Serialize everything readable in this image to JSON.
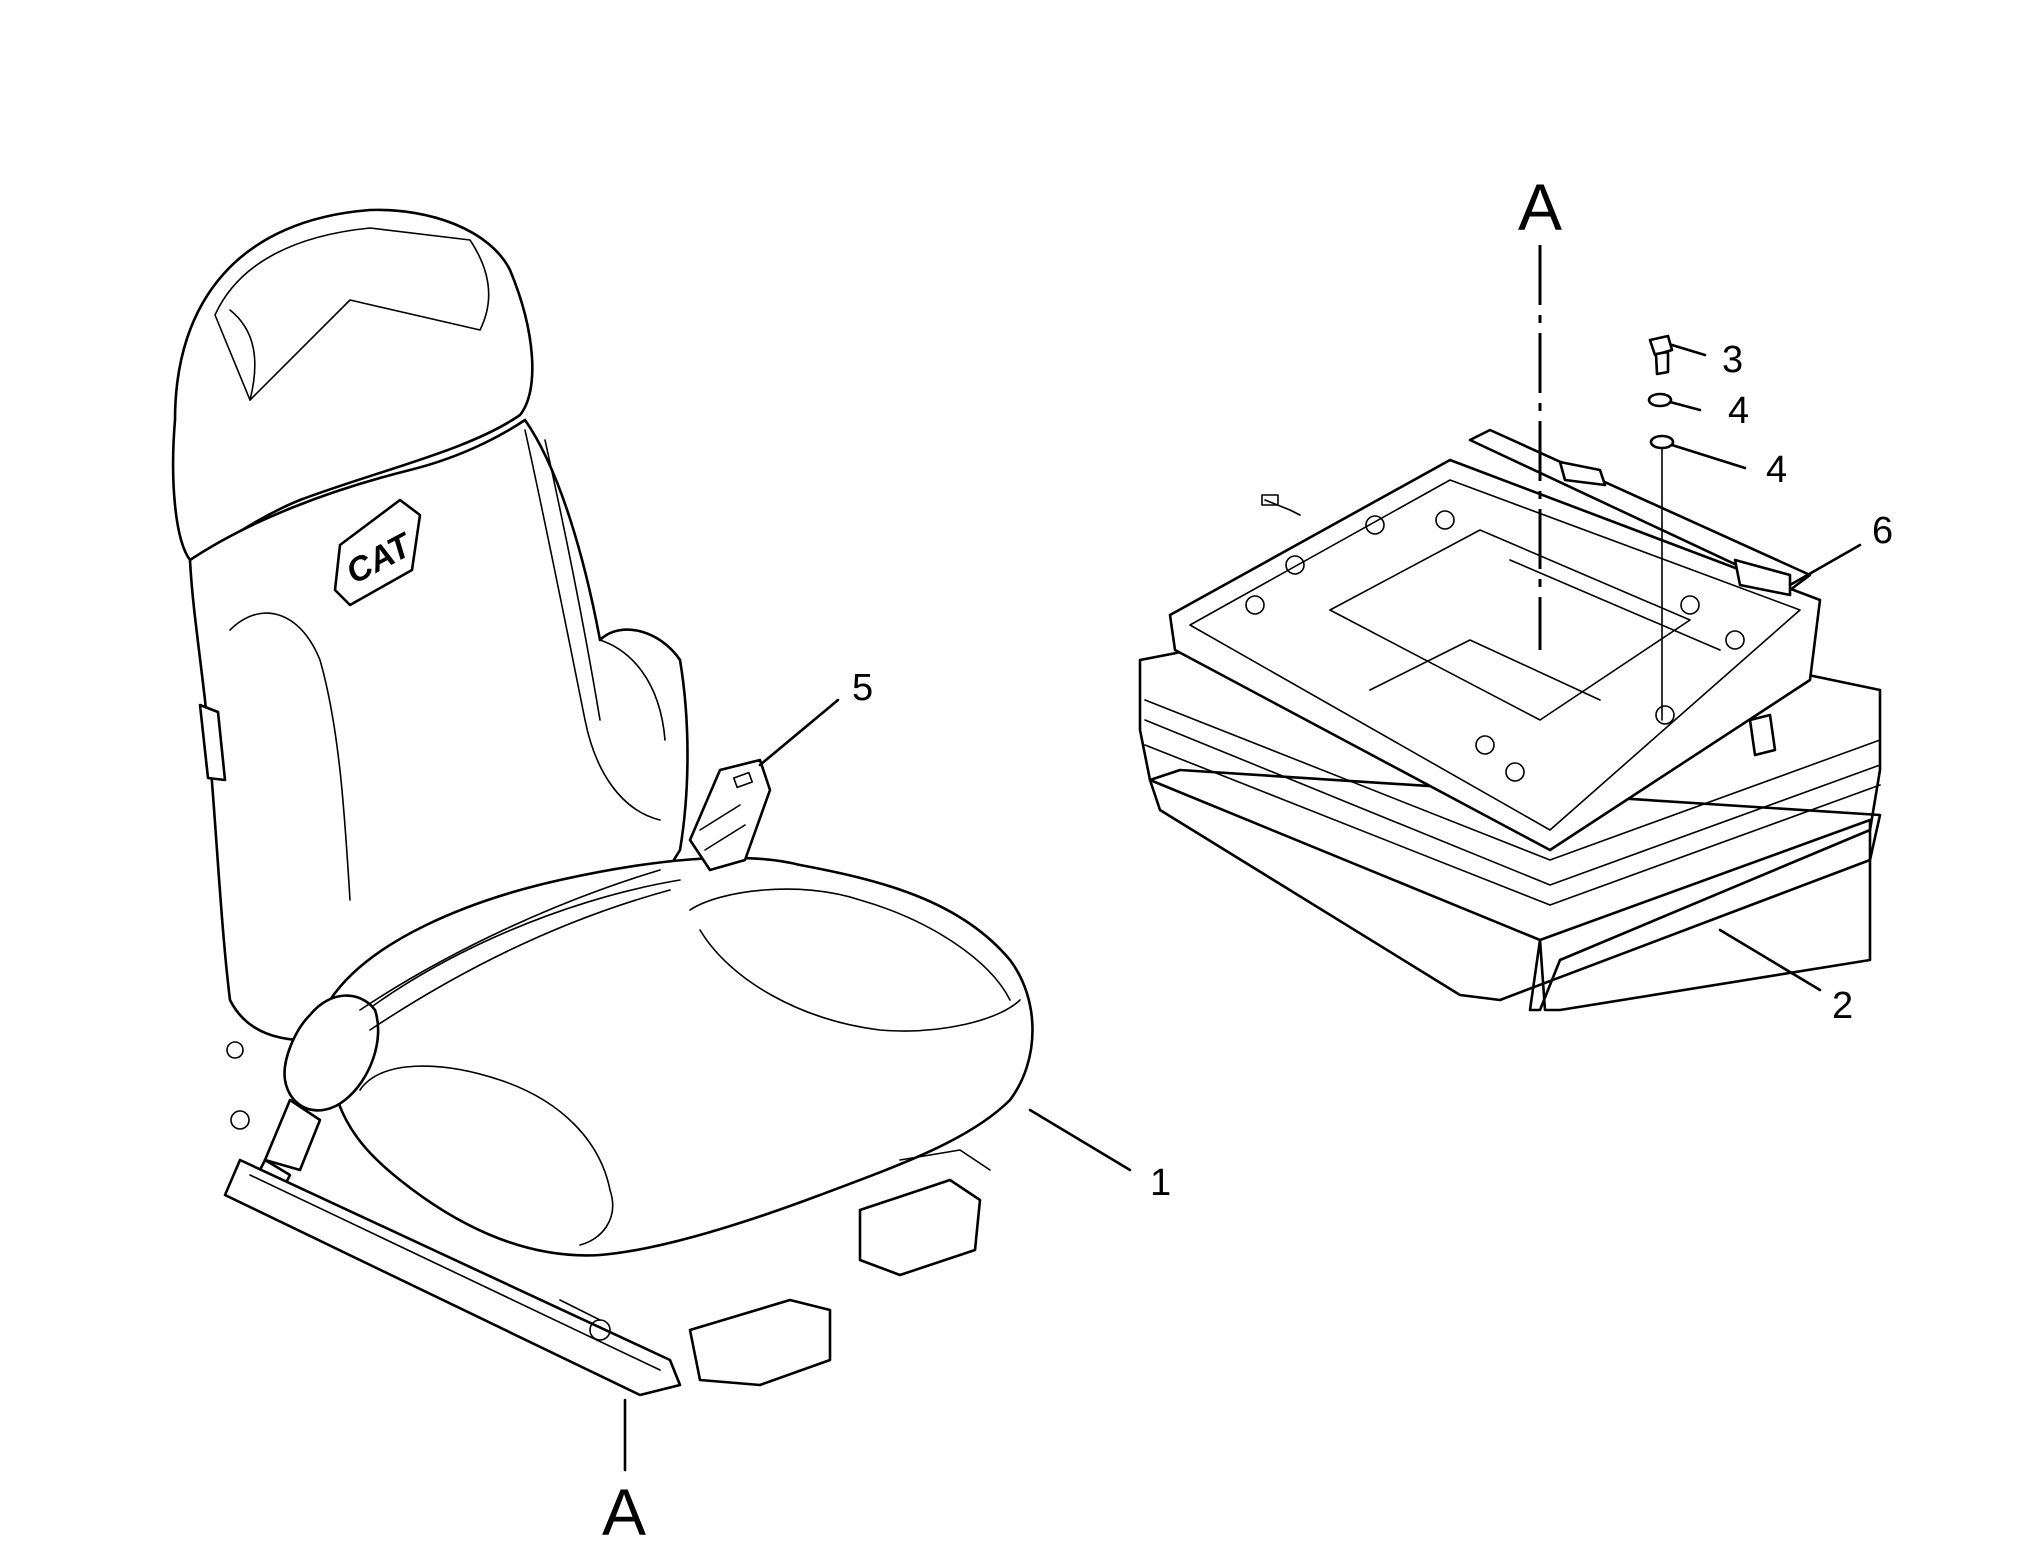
{
  "callouts": {
    "item_1": "1",
    "item_2": "2",
    "item_3": "3",
    "item_4a": "4",
    "item_4b": "4",
    "item_5": "5",
    "item_6": "6",
    "view_a_top": "A",
    "view_a_bottom": "A"
  },
  "logo_text": "CAT",
  "colors": {
    "line": "#000000",
    "background": "#ffffff"
  }
}
